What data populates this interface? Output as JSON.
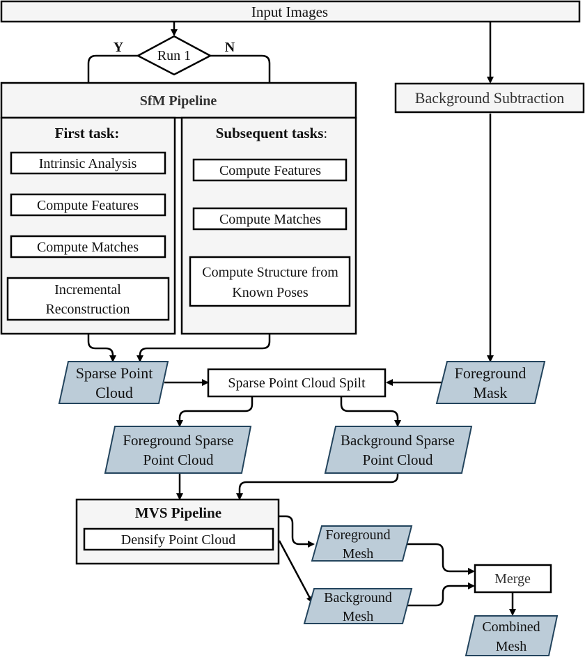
{
  "input": {
    "label": "Input Images"
  },
  "decision": {
    "label": "Run 1",
    "yes": "Y",
    "no": "N"
  },
  "sfm": {
    "title": "SfM Pipeline",
    "first": {
      "title": "First task:",
      "steps": [
        "Intrinsic Analysis",
        "Compute Features",
        "Compute Matches"
      ],
      "last": [
        "Incremental",
        "Reconstruction"
      ]
    },
    "subsequent": {
      "title": "Subsequent tasks",
      "colon": ":",
      "steps": [
        "Compute Features",
        "Compute Matches"
      ],
      "last": [
        "Compute Structure from",
        "Known Poses"
      ]
    }
  },
  "bgsub": {
    "label": "Background Subtraction"
  },
  "sparse": {
    "lines": [
      "Sparse Point",
      "Cloud"
    ]
  },
  "split": {
    "label": "Sparse Point Cloud Spilt"
  },
  "fgmask": {
    "lines": [
      "Foreground",
      "Mask"
    ]
  },
  "fgsparse": {
    "lines": [
      "Foreground Sparse",
      "Point Cloud"
    ]
  },
  "bgsparse": {
    "lines": [
      "Background Sparse",
      "Point Cloud"
    ]
  },
  "mvs": {
    "title": "MVS Pipeline",
    "step": "Densify Point Cloud"
  },
  "fgmesh": {
    "lines": [
      "Foreground",
      "Mesh"
    ]
  },
  "bgmesh": {
    "lines": [
      "Background",
      "Mesh"
    ]
  },
  "merge": {
    "label": "Merge"
  },
  "combined": {
    "lines": [
      "Combined",
      "Mesh"
    ]
  }
}
